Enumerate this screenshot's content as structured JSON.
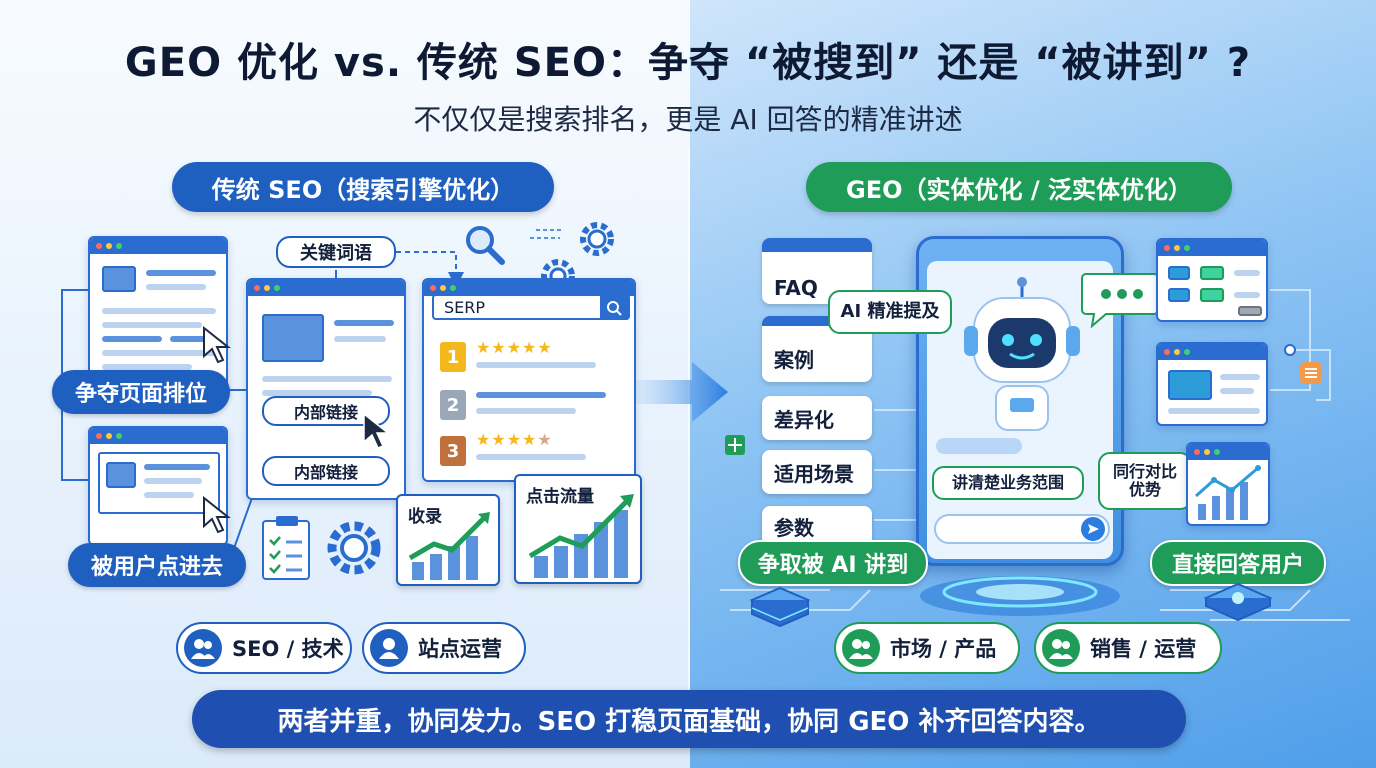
{
  "title": "GEO 优化 vs. 传统 SEO：争夺 “被搜到” 还是 “被讲到” ?",
  "subtitle": "不仅仅是搜索排名，更是 AI 回答的精准讲述",
  "left": {
    "header": "传统 SEO（搜索引擎优化）",
    "keyword_tag": "关键词语",
    "serp_label": "SERP",
    "rank_numbers": [
      "1",
      "2",
      "3"
    ],
    "internal_link_1": "内部链接",
    "internal_link_2": "内部链接",
    "pill_rank": "争夺页面排位",
    "pill_click": "被用户点进去",
    "chart_index_label": "收录",
    "chart_traffic_label": "点击流量",
    "roles": [
      "SEO / 技术",
      "站点运营"
    ]
  },
  "right": {
    "header": "GEO（实体优化 / 泛实体优化）",
    "cards": [
      "FAQ",
      "案例",
      "差异化",
      "适用场景",
      "参数"
    ],
    "bubble_ai": "AI 精准提及",
    "bubble_scope": "讲清楚业务范围",
    "bubble_compare": "同行对比\n优势",
    "pill_ai": "争取被 AI 讲到",
    "pill_answer": "直接回答用户",
    "roles": [
      "市场 / 产品",
      "销售 / 运营"
    ]
  },
  "footer": "两者并重，协同发力。SEO 打稳页面基础，协同 GEO 补齐回答内容。",
  "colors": {
    "seo_blue": "#1f5fc0",
    "geo_green": "#1f9c57",
    "footer": "#1f4fb0"
  }
}
